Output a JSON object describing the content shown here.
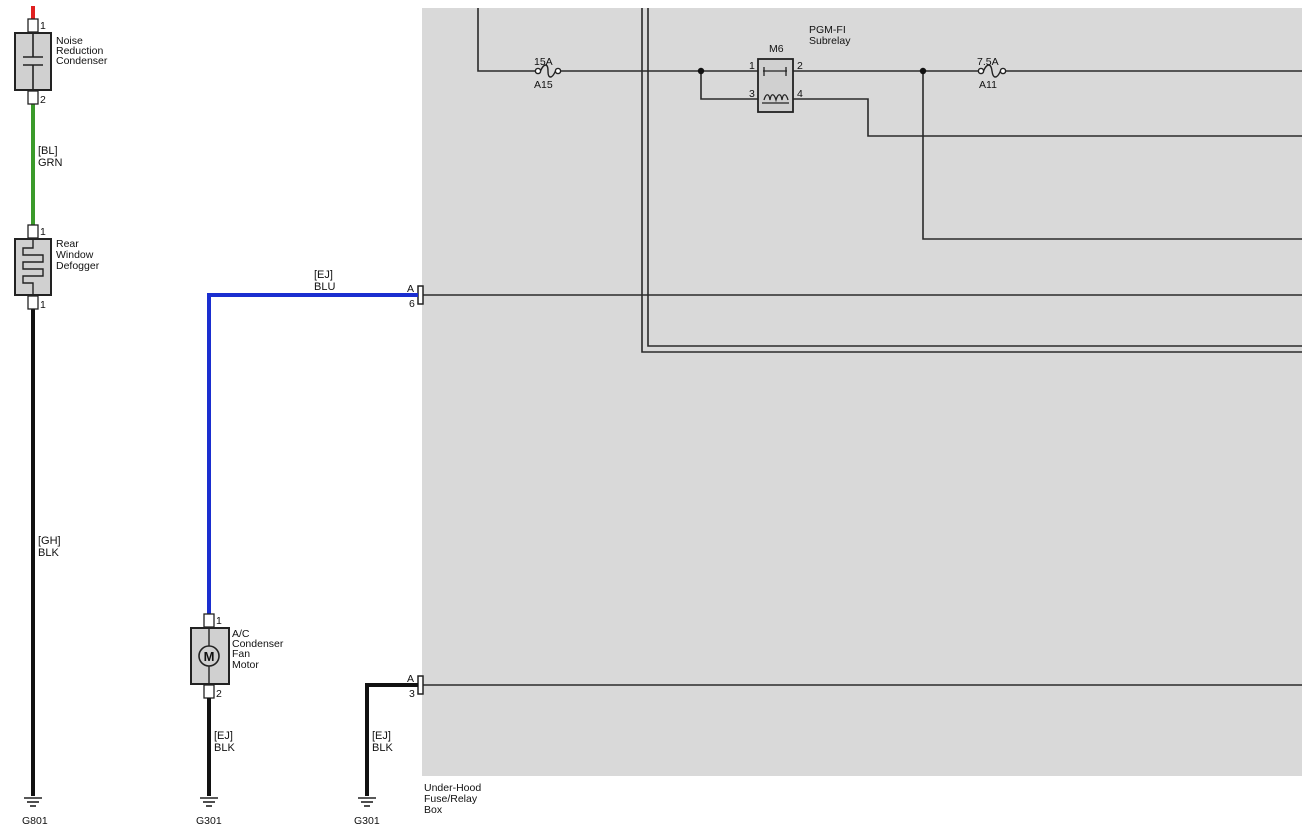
{
  "colors": {
    "background": "#ffffff",
    "fuse_box_fill": "#d9d9d9",
    "wire_red": "#e02020",
    "wire_green": "#3a9a2a",
    "wire_blue": "#1a2ed0",
    "wire_black": "#111111",
    "wire_internal": "#2a2a2a",
    "component_fill": "#d0d0d0"
  },
  "components": {
    "noise_condenser": {
      "label": [
        "Noise",
        "Reduction",
        "Condenser"
      ],
      "pin_top": "1",
      "pin_bottom": "2",
      "icon": "capacitor-icon"
    },
    "rear_defogger": {
      "label": [
        "Rear",
        "Window",
        "Defogger"
      ],
      "pin_top": "1",
      "pin_bottom": "1",
      "icon": "heater-grid-icon"
    },
    "ac_fan_motor": {
      "label": [
        "A/C",
        "Condenser",
        "Fan",
        "Motor"
      ],
      "pin_top": "1",
      "pin_bottom": "2",
      "motor_symbol": "M",
      "icon": "motor-icon"
    }
  },
  "wires": {
    "grn": {
      "connector": "[BL]",
      "color": "GRN"
    },
    "blk_g801": {
      "connector": "[GH]",
      "color": "BLK"
    },
    "blu": {
      "connector": "[EJ]",
      "color": "BLU"
    },
    "blk_motor": {
      "connector": "[EJ]",
      "color": "BLK"
    },
    "blk_box": {
      "connector": "[EJ]",
      "color": "BLK"
    }
  },
  "grounds": {
    "g801": "G801",
    "g301_motor": "G301",
    "g301_box": "G301"
  },
  "fuse_box": {
    "label": [
      "Under-Hood",
      "Fuse/Relay",
      "Box"
    ],
    "connector_a6": {
      "letter": "A",
      "pin": "6"
    },
    "connector_a3": {
      "letter": "A",
      "pin": "3"
    },
    "fuse_a15": {
      "rating": "15A",
      "name": "A15"
    },
    "fuse_a11": {
      "rating": "7.5A",
      "name": "A11"
    },
    "relay": {
      "title": [
        "PGM-FI",
        "Subrelay"
      ],
      "id": "M6",
      "pins": [
        "1",
        "2",
        "3",
        "4"
      ]
    }
  }
}
